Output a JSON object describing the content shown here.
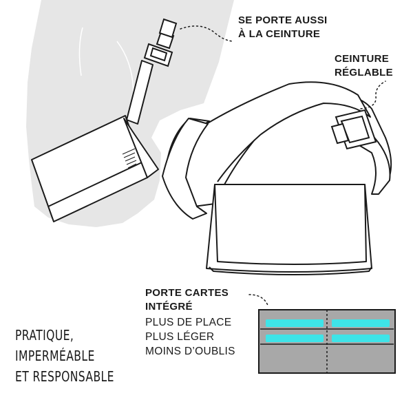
{
  "labels": {
    "belt_also": [
      "SE PORTE AUSSI",
      "À LA CEINTURE"
    ],
    "adjustable_belt": [
      "CEINTURE",
      "RÉGLABLE"
    ],
    "card_holder": [
      "PORTE CARTES",
      "INTÉGRÉ"
    ]
  },
  "features": [
    "PLUS DE PLACE",
    "PLUS LÉGER",
    "MOINS D’OUBLIS"
  ],
  "tagline": [
    "PRATIQUE,",
    "IMPERMÉABLE",
    "ET RESPONSABLE"
  ],
  "colors": {
    "silhouette": "#e6e6e6",
    "card_holder_fill": "#a8a8a8",
    "card_slot_highlight": "#3ee4e8",
    "line": "#1a1a1a"
  }
}
